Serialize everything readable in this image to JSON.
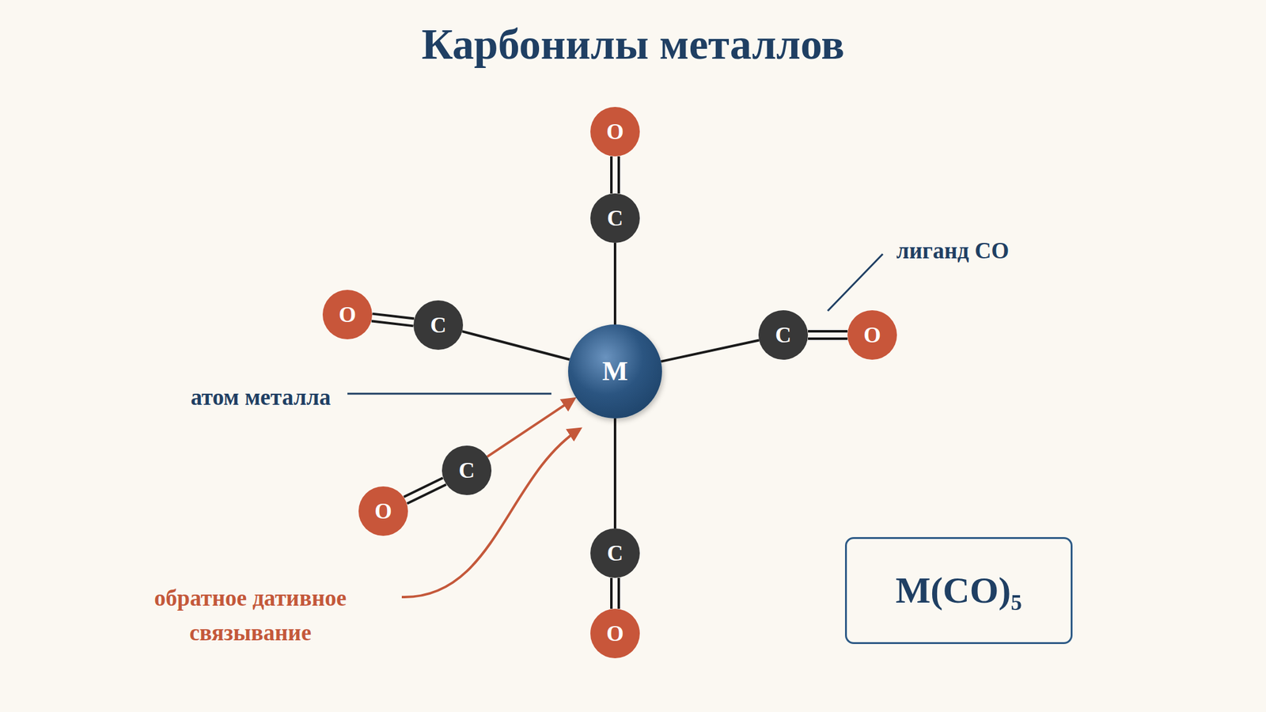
{
  "diagram": {
    "title": "Карбонилы металлов",
    "nodes": [
      {
        "text": [
          "O"
        ]
      },
      {
        "text": [
          "C"
        ]
      },
      {
        "text": [
          "O"
        ]
      },
      {
        "text": [
          "C"
        ]
      },
      {
        "text": [
          "C"
        ]
      },
      {
        "text": [
          "O"
        ]
      },
      {
        "text": [
          "M"
        ]
      },
      {
        "text": [
          "C"
        ]
      },
      {
        "text": [
          "O"
        ]
      },
      {
        "text": [
          "C"
        ]
      },
      {
        "text": [
          "O"
        ]
      },
      {
        "text": [
          "M(CO)₅"
        ]
      }
    ],
    "edges": [
      {
        "from": 6,
        "to": 1,
        "arrow": "none"
      },
      {
        "from": 1,
        "to": 0,
        "arrow": "none"
      },
      {
        "from": 6,
        "to": 3,
        "arrow": "none"
      },
      {
        "from": 3,
        "to": 2,
        "arrow": "none"
      },
      {
        "from": 6,
        "to": 4,
        "arrow": "none"
      },
      {
        "from": 4,
        "to": 5,
        "arrow": "none"
      },
      {
        "from": 7,
        "to": 6,
        "arrow": "to"
      },
      {
        "from": 7,
        "to": 8,
        "arrow": "none"
      },
      {
        "from": 6,
        "to": 9,
        "arrow": "none"
      },
      {
        "from": 9,
        "to": 10,
        "arrow": "none"
      }
    ],
    "labels": [
      "лиганд CO",
      "атом металла",
      "обратное дативное связывание"
    ]
  }
}
